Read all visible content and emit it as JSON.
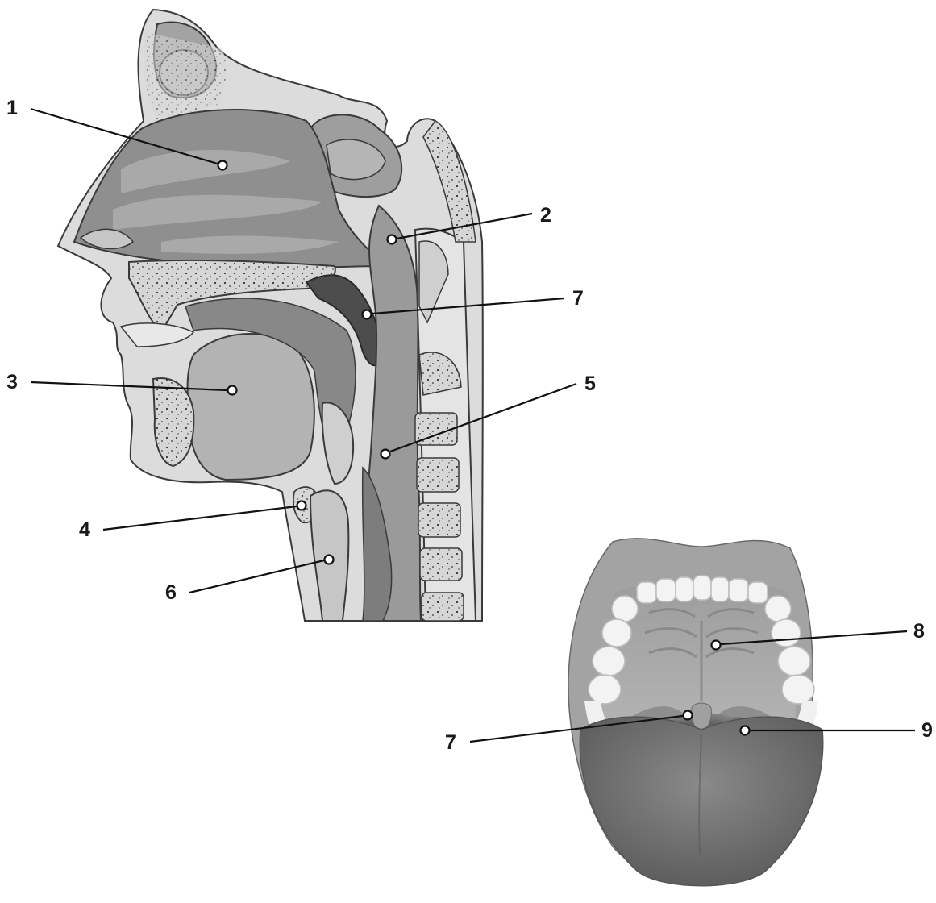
{
  "diagram": {
    "panels": [
      {
        "id": "sagittal-head-section",
        "description_icon": "head-sagittal-section-icon"
      },
      {
        "id": "open-mouth-view",
        "description_icon": "open-mouth-icon"
      }
    ],
    "callouts": [
      {
        "id": "c1",
        "label": "1"
      },
      {
        "id": "c2",
        "label": "2"
      },
      {
        "id": "c7a",
        "label": "7"
      },
      {
        "id": "c3",
        "label": "3"
      },
      {
        "id": "c5",
        "label": "5"
      },
      {
        "id": "c4",
        "label": "4"
      },
      {
        "id": "c6",
        "label": "6"
      },
      {
        "id": "c8",
        "label": "8"
      },
      {
        "id": "c7b",
        "label": "7"
      },
      {
        "id": "c9",
        "label": "9"
      }
    ]
  },
  "colors": {
    "skin": "#d9d9d9",
    "outline": "#3a3a3a",
    "cavity_light": "#bdbdbd",
    "cavity_mid": "#9a9a9a",
    "cavity_dark": "#6e6e6e",
    "bone": "#cfcfcf",
    "teeth": "#f2f2f2",
    "tongue": "#6d6d6d",
    "lips": "#a8a8a8"
  }
}
